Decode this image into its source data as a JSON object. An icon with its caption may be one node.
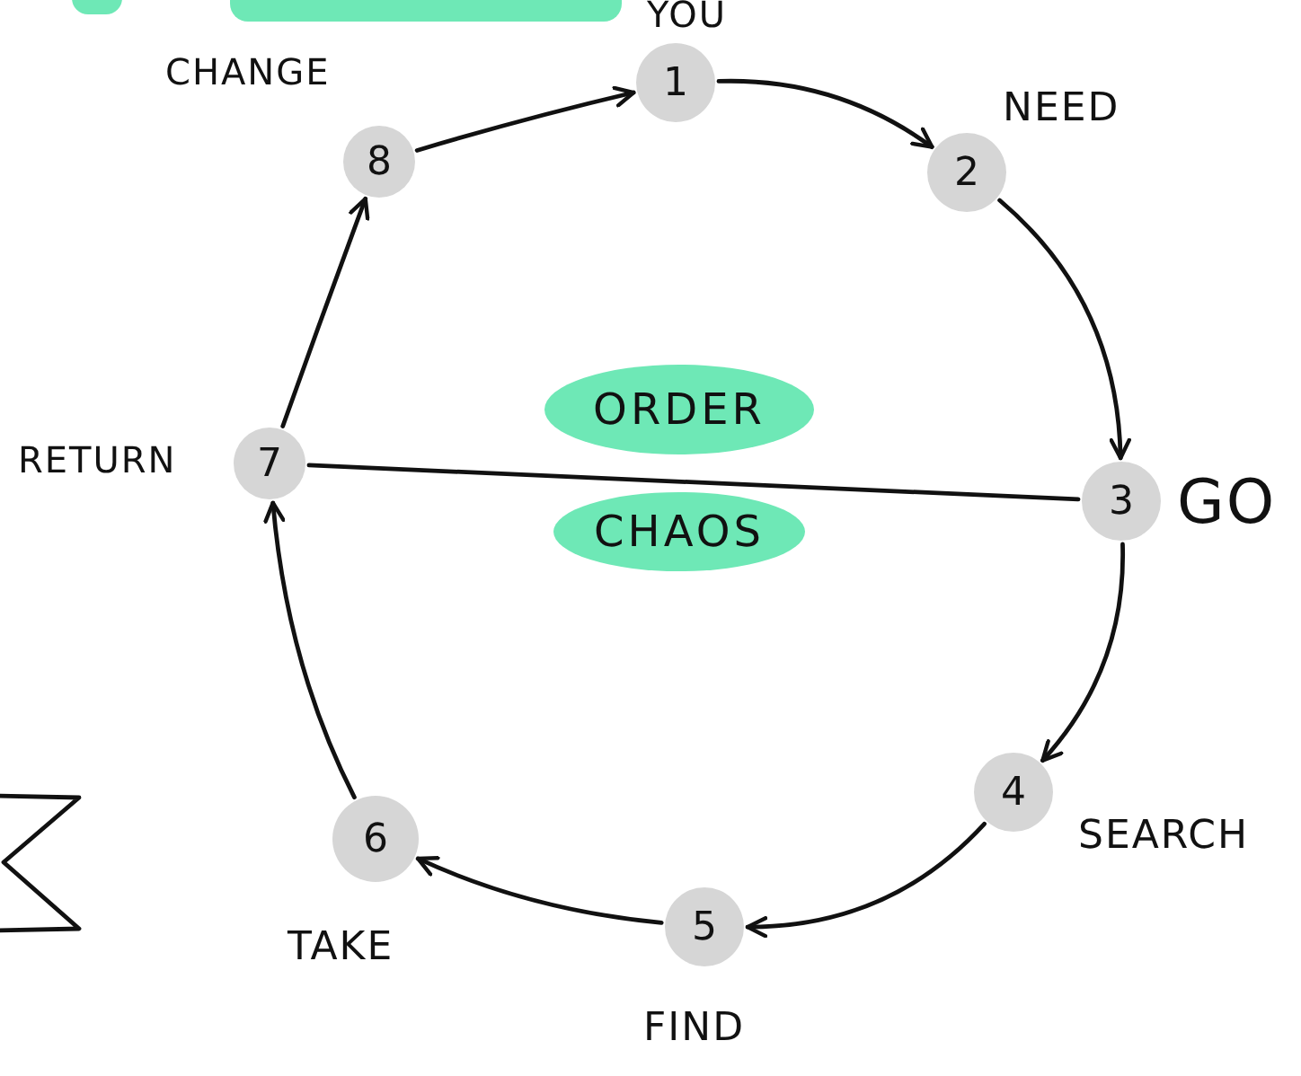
{
  "diagram": {
    "nodes": [
      {
        "text": [
          "1"
        ],
        "beside": [
          "YOU"
        ]
      },
      {
        "text": [
          "2"
        ],
        "beside": [
          "NEED"
        ]
      },
      {
        "text": [
          "3"
        ],
        "beside": [
          "GO"
        ]
      },
      {
        "text": [
          "4"
        ],
        "beside": [
          "SEARCH"
        ]
      },
      {
        "text": [
          "5"
        ],
        "beside": [
          "FIND"
        ]
      },
      {
        "text": [
          "6"
        ],
        "beside": [
          "TAKE"
        ]
      },
      {
        "text": [
          "7"
        ],
        "beside": [
          "RETURN"
        ]
      },
      {
        "text": [
          "8"
        ],
        "beside": [
          "CHANGE"
        ]
      },
      {
        "text": [
          "ORDER"
        ]
      },
      {
        "text": [
          "CHAOS"
        ]
      }
    ],
    "edges": [
      {
        "from": 0,
        "to": 1,
        "arrow": "to"
      },
      {
        "from": 1,
        "to": 2,
        "arrow": "to"
      },
      {
        "from": 2,
        "to": 3,
        "arrow": "to"
      },
      {
        "from": 3,
        "to": 4,
        "arrow": "to"
      },
      {
        "from": 4,
        "to": 5,
        "arrow": "to"
      },
      {
        "from": 5,
        "to": 6,
        "arrow": "to"
      },
      {
        "from": 6,
        "to": 7,
        "arrow": "to"
      },
      {
        "from": 7,
        "to": 0,
        "arrow": "to"
      },
      {
        "from": 6,
        "to": 2,
        "arrow": "none"
      }
    ]
  }
}
